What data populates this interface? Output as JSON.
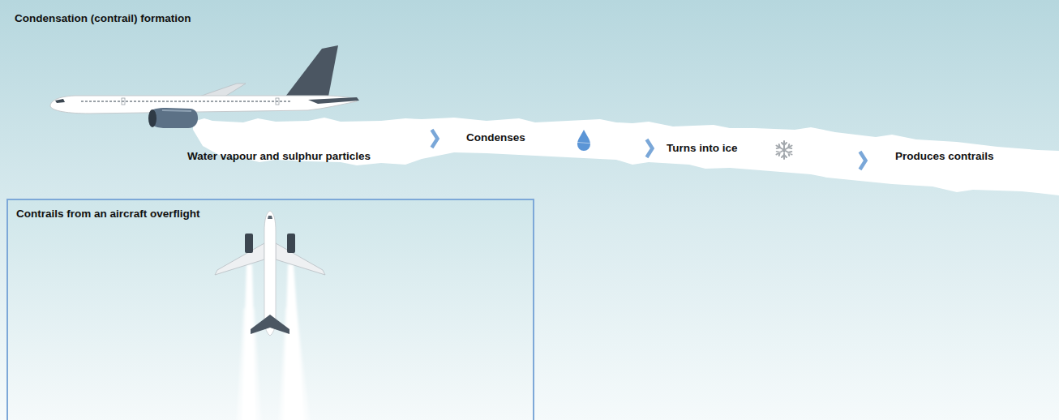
{
  "diagram": {
    "title": "Condensation (contrail) formation",
    "nodes": [
      {
        "text": [
          "Water vapour and sulphur particles"
        ]
      },
      {
        "text": [
          "Condenses"
        ]
      },
      {
        "text": [
          "Turns into ice"
        ]
      },
      {
        "text": [
          "Produces contrails"
        ]
      },
      {
        "text": [
          "Contrails from an aircraft overflight"
        ]
      }
    ],
    "edges": [
      {
        "from": 0,
        "to": 1,
        "arrow": "to"
      },
      {
        "from": 1,
        "to": 2,
        "arrow": "to"
      },
      {
        "from": 2,
        "to": 3,
        "arrow": "to"
      }
    ]
  }
}
